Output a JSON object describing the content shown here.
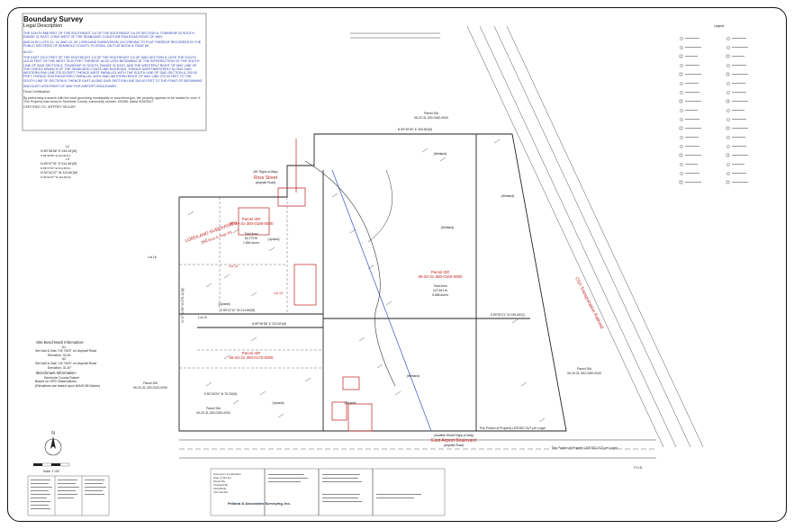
{
  "title": {
    "heading": "Boundary Survey",
    "subheading": "Legal Description"
  },
  "legal": {
    "p1": "THE SOUTH 588 FEET OF THE SOUTHEAST 1/4 OF THE SOUTHEAST 1/4 OF SECTION 8, TOWNSHIP 20 SOUTH, RANGE 31 EAST, LYING WEST OF THE SEABOARD COASTLINE RAILROAD RIGHT-OF-WAY.",
    "p2": "AND ALSO LOTS 13, 14, AND 15, OF LORDLAND SUBDIVISION, ACCORDING TO PLAT THEREOF RECORDED IN THE PUBLIC RECORDS OF SEMINOLE COUNTY, FLORIDA, ON PLAT BOOK 8, PAGE 89.",
    "p3": "ALSO:",
    "p4": "THE EAST 220.5 FEET OF THE SOUTHEAST 1/4 OF THE SOUTHEAST 1/4 OF SAID SECTION 8, LESS THE SOUTH 115.00 FEET OF THE WEST 75.00 FEET THEREOF, ALSO LESS BEGINNING AT THE INTERSECTION OF THE SOUTH LINE OF SAID SECTION 8, TOWNSHIP 20 SOUTH, RANGE 31 EAST, AND THE WESTERLY RIGHT OF WAY LINE OF THE OVIEDO BRANCH OF THE SEABOARD COASTLINE RAILROAD; THENCE NORTHWESTERLY ALONG SAID WESTERN R/W LINE 275.33 FEET; THENCE WEST PARALLEL WITH THE SOUTH LINE OF SAID SECTION 8, 200.00 FEET; THENCE SOUTHEASTERLY PARALLEL WITH SAID WESTERN RIGHT OF WAY LINE 275.33 FEET TO THE SOUTH LINE OF SECTION 8; THENCE EAST ALONG SAID SECTION LINE 200.00 FEET TO THE POINT OF BEGINNING.",
    "p5": "AND ALSO LESS RIGHT OF WAY FOR AIRPORT BOULEVARD.",
    "flood_head": "Flood Certification:",
    "flood_body": "By performing a search with the local governing municipality or www.fema.gov, the property appears to be located in zone X. This Property was found in Seminole County, community number 120289, dated 9/28/2007.",
    "certified": "CERTIFIED TO:  JEFFREY SEXLER"
  },
  "callout": {
    "l1": "L2",
    "l1b": "N 89°46'56\" E 244.94'(M)",
    "l1c": "N 89°46'56\" E 244.92'(C)",
    "l2": "L3",
    "l2b": "N 89°47'01\" E 514.46'(M)",
    "l2c": "N 89°47'01\" E 514.46'(C)",
    "l3b": "N 00°42'47\" W 113.60'(M)",
    "l3c": "N 00°42'47\" W 113.60'(C)"
  },
  "parcels": {
    "road_rw": "(50' Right-of-Way)",
    "road_name": "Ross Street",
    "road_sub": "(Asphalt Road)",
    "subdivision": "LORDLAND SUBDIVISION",
    "subdivision_sub": "(Plat Book 8, Page 89)",
    "lot14": "Lot 14",
    "lot15": "Lot 15",
    "lot13": "Lot 13",
    "lot16": "Lot 16",
    "parcel_a_head": "Parcel ID#",
    "parcel_a_num": "06-20-31-300-0180-0000",
    "parcel_b_head": "Parcel ID#",
    "parcel_b_num": "06-20-31-300-0160-0000",
    "parcel_c_head": "Parcel ID#",
    "parcel_c_num": "06-20-31-300-0170-0000",
    "total_area_a": "Total Area",
    "total_area_a_ft": "80,779 ft²",
    "total_area_a_ac": "1.854 Acres",
    "total_area_b": "Total Area",
    "total_area_b_ft": "247,691 ft²",
    "total_area_b_ac": "5.686 Acres",
    "wetland": "(Wetland)",
    "upland": "(Upland)",
    "parcel_nw": "Parcel ID#",
    "parcel_nw_num": "06-20-31-300-0160-0000",
    "parcel_sw": "Parcel ID#",
    "parcel_sw_num": "06-20-31-300-0120-0000",
    "parcel_se": "Parcel ID#",
    "parcel_se_num": "06-20-31-300-0180-0000",
    "parcel_w": "Parcel ID#",
    "parcel_w_num": "06-20-31-300-0150-0000",
    "seaboard": "CSX Transportation Railroad",
    "airport_rw": "(Variable Width Right-of-Way)",
    "airport_name": "East Airport Boulevard",
    "airport_sub": "(Asphalt Road)",
    "pob": "P.O.B.",
    "lessout": "This Portion of Property LESSED OUT per Legal",
    "lessout2": "This Portion of Property LESSED OUT per Legal",
    "brg_top": "N 89°49'50\" E 330.56'(M)",
    "brg_mid": "S 89°47'11\" W 214.86'(M)",
    "brg_mid2": "N 89°46'56\" E 220.52'(M)",
    "brg_east": "S 89°52'21\" W 199.66'(C)",
    "brg_low": "S 80°43'24\" W 75.33'(M)",
    "brg_vert": "N 00°40'39\" W 275.11'(M)"
  },
  "benchmark": {
    "site_head": "-Site Benchmark Information-",
    "bm1": "#1",
    "bm1_desc": "Set Nail & Disk \"LB 7623\" on Asphalt Road",
    "bm1_elev": "Elevation: 33.61'",
    "bm2": "#2",
    "bm2_desc": "Set Nail & Disk \"LB 7623\" on Asphalt Road",
    "bm2_elev": "Elevation: 31.87'",
    "bench_head": "-Benchmark Information-",
    "datum": "Seminole County Datum",
    "datum2": "Based on GPS Observations",
    "datum3": "(Elevations are based upon NAVD 88 Datum)"
  },
  "legend": {
    "title": "Legend"
  },
  "titleblock": {
    "h": "Surveyor's Certification",
    "c1": "Date of Survey",
    "c2": "Drawn By",
    "c3": "Checked By",
    "c4": "Field Book",
    "c5": "Job Number",
    "company": "Pelland & Associates Surveying, Inc."
  },
  "scale": {
    "label": "Scale: 1\"=50'"
  }
}
